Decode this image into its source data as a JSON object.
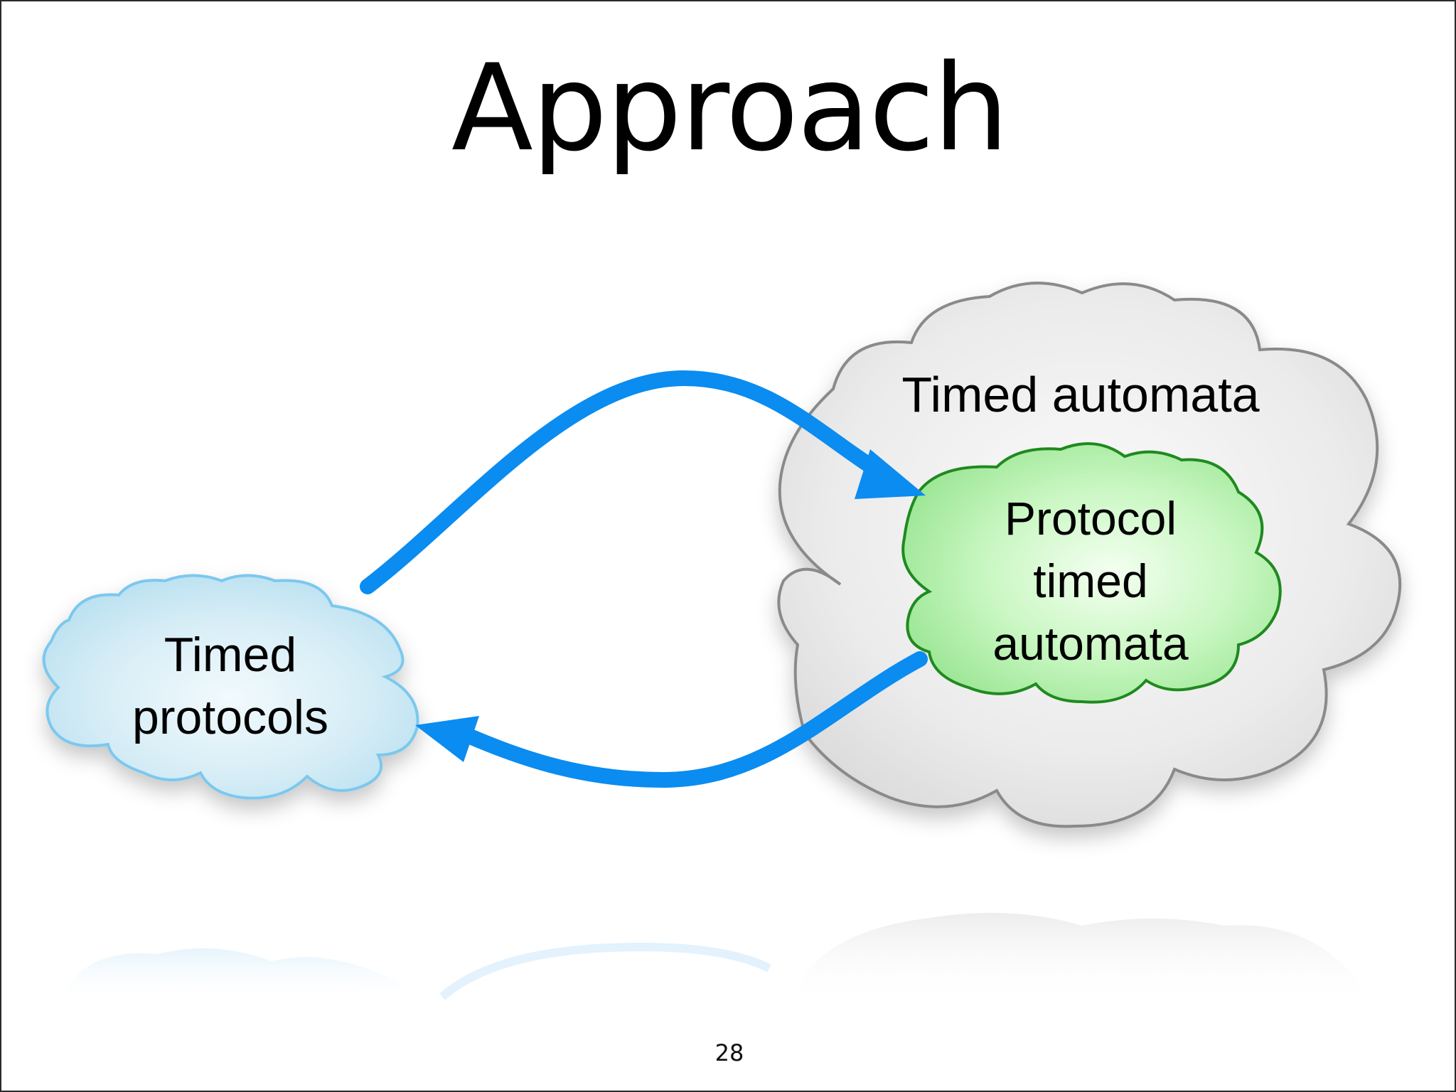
{
  "slide": {
    "title": "Approach",
    "page_number": "28"
  },
  "diagram": {
    "nodes": {
      "timed_protocols": {
        "lines": [
          "Timed",
          "protocols"
        ],
        "color": "#7cc8ee"
      },
      "timed_automata": {
        "label": "Timed automata",
        "color": "#8a8a8a"
      },
      "protocol_timed_automata": {
        "lines": [
          "Protocol",
          "timed",
          "automata"
        ],
        "color": "#1f8a1f"
      }
    },
    "edges": [
      {
        "from": "timed_protocols",
        "to": "protocol_timed_automata",
        "color": "#0a8cf0"
      },
      {
        "from": "protocol_timed_automata",
        "to": "timed_protocols",
        "color": "#0a8cf0"
      }
    ]
  }
}
